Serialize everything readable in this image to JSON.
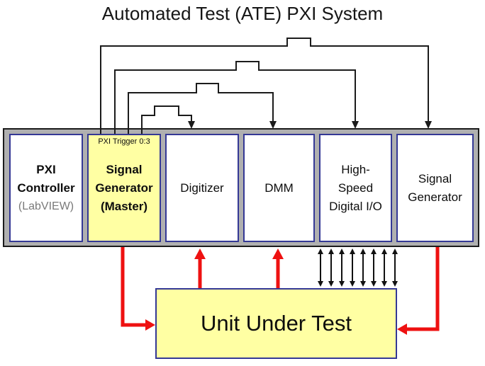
{
  "title": "Automated Test (ATE) PXI System",
  "chassis": {
    "modules": [
      {
        "name": "pxi-controller",
        "lines": [
          "PXI",
          "Controller"
        ],
        "sub": "(LabVIEW)"
      },
      {
        "name": "signal-generator-master",
        "badge": "PXI Trigger 0:3",
        "lines": [
          "Signal",
          "Generator",
          "(Master)"
        ],
        "highlighted": true
      },
      {
        "name": "digitizer",
        "lines": [
          "Digitizer"
        ]
      },
      {
        "name": "dmm",
        "lines": [
          "DMM"
        ]
      },
      {
        "name": "high-speed-digital-io",
        "lines": [
          "High-",
          "Speed",
          "Digital I/O"
        ]
      },
      {
        "name": "signal-generator",
        "lines": [
          "Signal",
          "Generator"
        ]
      }
    ]
  },
  "uut": {
    "label": "Unit Under Test"
  },
  "connections": {
    "pxi_trigger_bus": [
      {
        "from": "signal-generator-master",
        "to": "digitizer"
      },
      {
        "from": "signal-generator-master",
        "to": "dmm"
      },
      {
        "from": "signal-generator-master",
        "to": "high-speed-digital-io"
      },
      {
        "from": "signal-generator-master",
        "to": "signal-generator"
      }
    ],
    "signal_paths": [
      {
        "from": "signal-generator-master",
        "to": "unit-under-test",
        "color": "red"
      },
      {
        "from": "unit-under-test",
        "to": "digitizer",
        "color": "red"
      },
      {
        "from": "unit-under-test",
        "to": "dmm",
        "color": "red"
      },
      {
        "from": "high-speed-digital-io",
        "to": "unit-under-test",
        "bidirectional": true,
        "line_count": 8,
        "color": "black"
      },
      {
        "from": "signal-generator",
        "to": "unit-under-test",
        "color": "red"
      }
    ]
  },
  "colors": {
    "highlight_fill": "#ffffa3",
    "module_fill": "#ffffff",
    "module_border": "#343895",
    "chassis_fill": "#b0b0b0",
    "trigger_line": "#1b1b1b",
    "signal_red": "#ee1111"
  }
}
